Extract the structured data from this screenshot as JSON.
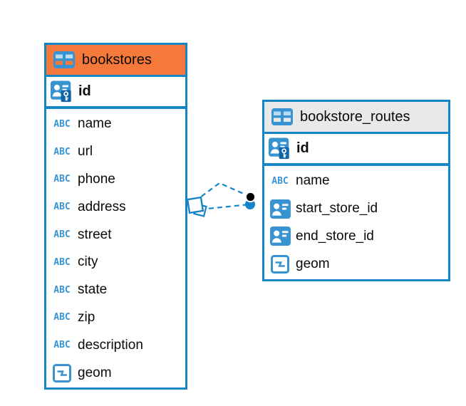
{
  "diagram": {
    "abc_icon_label": "ABC",
    "colors": {
      "accent_blue": "#1585C8",
      "icon_blue": "#3793D2",
      "icon_cell_light": "#BADCF2",
      "key_badge_blue": "#1065A8",
      "bookstores_header_orange": "#F6793C",
      "routes_header_gray": "#E9E9E9",
      "relationship_dot_black": "#000000",
      "text": "#0A0A0A"
    },
    "tables": [
      {
        "name": "bookstores",
        "primary_key": {
          "name": "id"
        },
        "columns": [
          {
            "name": "name",
            "type": "text"
          },
          {
            "name": "url",
            "type": "text"
          },
          {
            "name": "phone",
            "type": "text"
          },
          {
            "name": "address",
            "type": "text"
          },
          {
            "name": "street",
            "type": "text"
          },
          {
            "name": "city",
            "type": "text"
          },
          {
            "name": "state",
            "type": "text"
          },
          {
            "name": "zip",
            "type": "text"
          },
          {
            "name": "description",
            "type": "text"
          },
          {
            "name": "geom",
            "type": "geometry"
          }
        ]
      },
      {
        "name": "bookstore_routes",
        "primary_key": {
          "name": "id"
        },
        "columns": [
          {
            "name": "name",
            "type": "text"
          },
          {
            "name": "start_store_id",
            "type": "reference"
          },
          {
            "name": "end_store_id",
            "type": "reference"
          },
          {
            "name": "geom",
            "type": "geometry"
          }
        ]
      }
    ],
    "relationships": {
      "count": 2,
      "line_style": "dashed",
      "from_marker": "diamond",
      "to_marker": "dot"
    }
  }
}
